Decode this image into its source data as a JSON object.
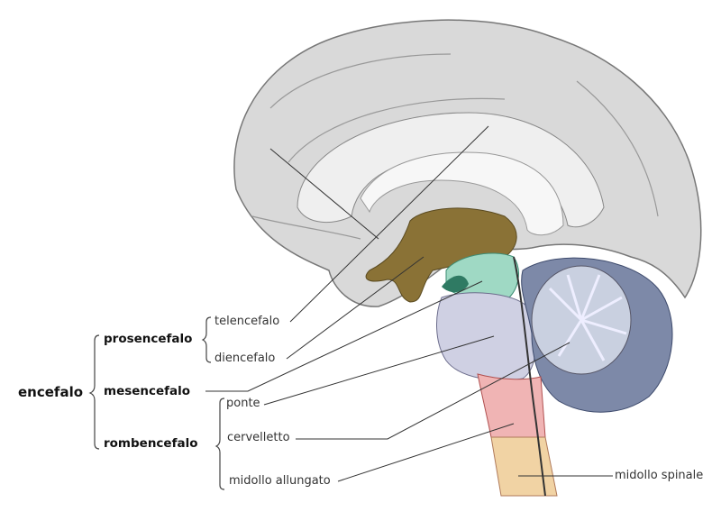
{
  "labels": {
    "encefalo": "encefalo",
    "prosencefalo": "prosencefalo",
    "mesencefalo": "mesencefalo",
    "rombencefalo": "rombencefalo",
    "telencefalo": "telencefalo",
    "diencefalo": "diencefalo",
    "ponte": "ponte",
    "cervelletto": "cervelletto",
    "midollo_allungato": "midollo allungato",
    "midollo_spinale": "midollo spinale"
  },
  "colors": {
    "cerebrum": "#d9d9d9",
    "diencephalon": "#8a7236",
    "midbrain": "#9fd9c4",
    "pons": "#cfd0e3",
    "cerebellum": "#7d89a8",
    "medulla": "#f0b4b4",
    "spinal_cord": "#f1d3a4"
  }
}
